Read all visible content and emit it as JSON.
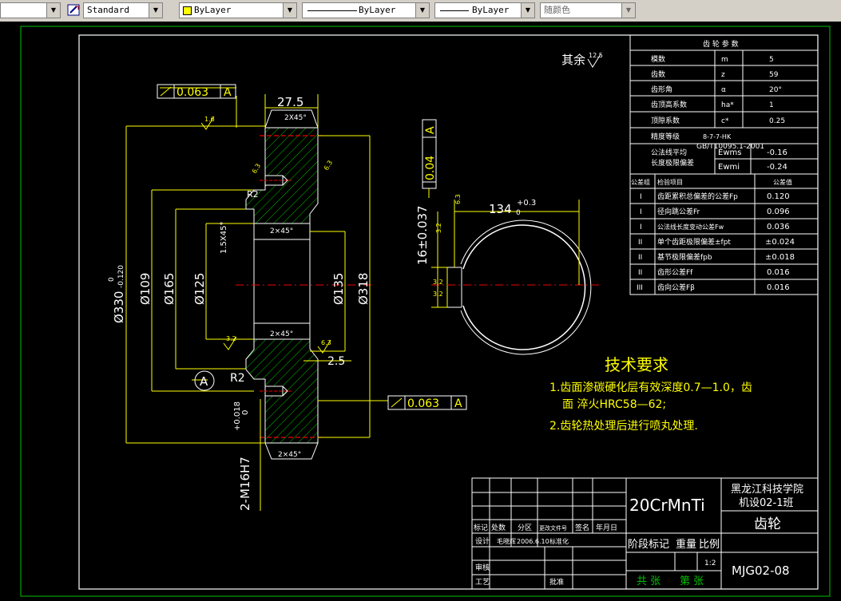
{
  "toolbar": {
    "textstyle": "Standard",
    "layer": "ByLayer",
    "linetype": "ByLayer",
    "lineweight": "ByLayer",
    "color": "随颜色"
  },
  "drawing": {
    "roughness_label": "其余",
    "roughness_main": "12.5",
    "tol_frame_top": "0.063",
    "tol_frame_top_ref": "A",
    "tol_frame_bottom": "0.063",
    "tol_frame_bottom_ref": "A",
    "tol_frame_key": "0.04",
    "tol_frame_key_ref": "A",
    "dim_width": "27.5",
    "dim_chamfer_top": "2X45°",
    "dim_chamfer_bottom": "2×45°",
    "dim_chamfer_bore_top": "2×45°",
    "dim_chamfer_bore_bottom": "2×45°",
    "dim_od": "Ø330",
    "dim_od_upper": "0",
    "dim_od_lower": "-0.120",
    "dim_d109": "Ø109",
    "dim_d165": "Ø165",
    "dim_d125": "Ø125",
    "dim_d135": "Ø135",
    "dim_d318": "Ø318",
    "dim_r2_top": "R2",
    "dim_r2_bottom": "R2",
    "dim_2_5": "2.5",
    "dim_1_5x45": "1.5X45°",
    "dim_thread": "2-M16H7",
    "dim_thread_tol": "+0.018",
    "dim_thread_tol0": "0",
    "dim_keyway_width": "16±0.037",
    "dim_keyway_depth": "134",
    "dim_keyway_depth_tol": "+0.3",
    "dim_keyway_depth_tol0": "0",
    "roughness_1_6": "1.6",
    "roughness_6_3a": "6.3",
    "roughness_6_3b": "6.3",
    "roughness_3_2a": "3.2",
    "roughness_3_2b": "3.2",
    "roughness_3_2c": "3.2",
    "roughness_3_2d": "3.2",
    "roughness_6_3c": "6.3",
    "roughness_6_3d": "6.3",
    "datum_label": "A"
  },
  "param_table": {
    "title": "齿 轮 参 数",
    "rows": [
      {
        "name": "模数",
        "sym": "m",
        "val": "5"
      },
      {
        "name": "齿数",
        "sym": "z",
        "val": "59"
      },
      {
        "name": "齿形角",
        "sym": "α",
        "val": "20°"
      },
      {
        "name": "齿顶高系数",
        "sym": "ha*",
        "val": "1"
      },
      {
        "name": "顶隙系数",
        "sym": "c*",
        "val": "0.25"
      }
    ],
    "accuracy_label": "精度等级",
    "accuracy_val": "8-7-7-HK",
    "accuracy_std": "GB/T10095.1-2001",
    "wn_label1": "公法线平均",
    "wn_label2": "长度极限偏差",
    "ewms_sym": "Ewms",
    "ewms_val": "-0.16",
    "ewmi_sym": "Ewmi",
    "ewmi_val": "-0.24",
    "header_group": "公差组",
    "header_item": "检验项目",
    "header_val": "公差值",
    "checks": [
      {
        "group": "I",
        "item": "齿距累积总偏差的公差Fp",
        "val": "0.120"
      },
      {
        "group": "I",
        "item": "径向跳公差Fr",
        "val": "0.096"
      },
      {
        "group": "I",
        "item": "公法线长度变动公差Fw",
        "val": "0.036"
      },
      {
        "group": "II",
        "item": "单个齿距极限偏差±fpt",
        "val": "±0.024"
      },
      {
        "group": "II",
        "item": "基节极限偏差fpb",
        "val": "±0.018"
      },
      {
        "group": "II",
        "item": "齿形公差Ff",
        "val": "0.016"
      },
      {
        "group": "III",
        "item": "齿向公差Fβ",
        "val": "0.016"
      }
    ]
  },
  "tech": {
    "title": "技术要求",
    "line1": "1.齿面渗碳硬化层有效深度0.7—1.0，齿",
    "line2": "面    淬火HRC58—62;",
    "line3": "2.齿轮热处理后进行喷丸处理."
  },
  "titleblock": {
    "material": "20CrMnTi",
    "school1": "黑龙江科技学院",
    "school2": "机设02-1班",
    "part_name": "齿轮",
    "drawing_no": "MJG02-08",
    "h_mark": "标记",
    "h_count": "处数",
    "h_zone": "分区",
    "h_docno": "更改文件号",
    "h_sign": "签名",
    "h_date": "年月日",
    "design_label": "设计",
    "designer": "毛晓辉",
    "design_date": "2006.6.10",
    "standard_label": "标准化",
    "stage_label": "阶段标记",
    "weight_label": "重量",
    "scale_label": "比例",
    "scale_val": "1:2",
    "review_label": "审核",
    "process_label": "工艺",
    "approve_label": "批准",
    "sheets_total": "共  张",
    "sheet_no": "第  张"
  }
}
